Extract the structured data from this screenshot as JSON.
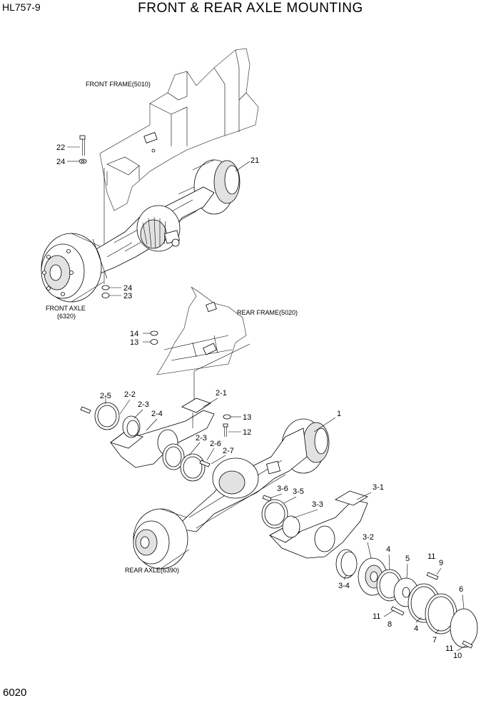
{
  "header": {
    "model": "HL757-9",
    "title": "FRONT & REAR AXLE MOUNTING"
  },
  "footer": {
    "page_number": "6020"
  },
  "captions": {
    "front_frame": "FRONT FRAME(5010)",
    "front_axle_l1": "FRONT AXLE",
    "front_axle_l2": "(6320)",
    "rear_frame": "REAR FRAME(5020)",
    "rear_axle": "REAR AXLE(6390)"
  },
  "callouts": {
    "c22": "22",
    "c24a": "24",
    "c21": "21",
    "c24b": "24",
    "c23": "23",
    "c14": "14",
    "c13a": "13",
    "c2_5": "2-5",
    "c2_2": "2-2",
    "c2_3a": "2-3",
    "c2_4": "2-4",
    "c2_1": "2-1",
    "c13b": "13",
    "c12": "12",
    "c2_3b": "2-3",
    "c2_6": "2-6",
    "c2_7": "2-7",
    "c1": "1",
    "c3_6": "3-6",
    "c3_5": "3-5",
    "c3_1": "3-1",
    "c3_3": "3-3",
    "c3_2": "3-2",
    "c3_4": "3-4",
    "c4a": "4",
    "c5": "5",
    "c11a": "11",
    "c9": "9",
    "c6": "6",
    "c11b": "11",
    "c8": "8",
    "c4b": "4",
    "c7": "7",
    "c11c": "11",
    "c10": "10"
  }
}
